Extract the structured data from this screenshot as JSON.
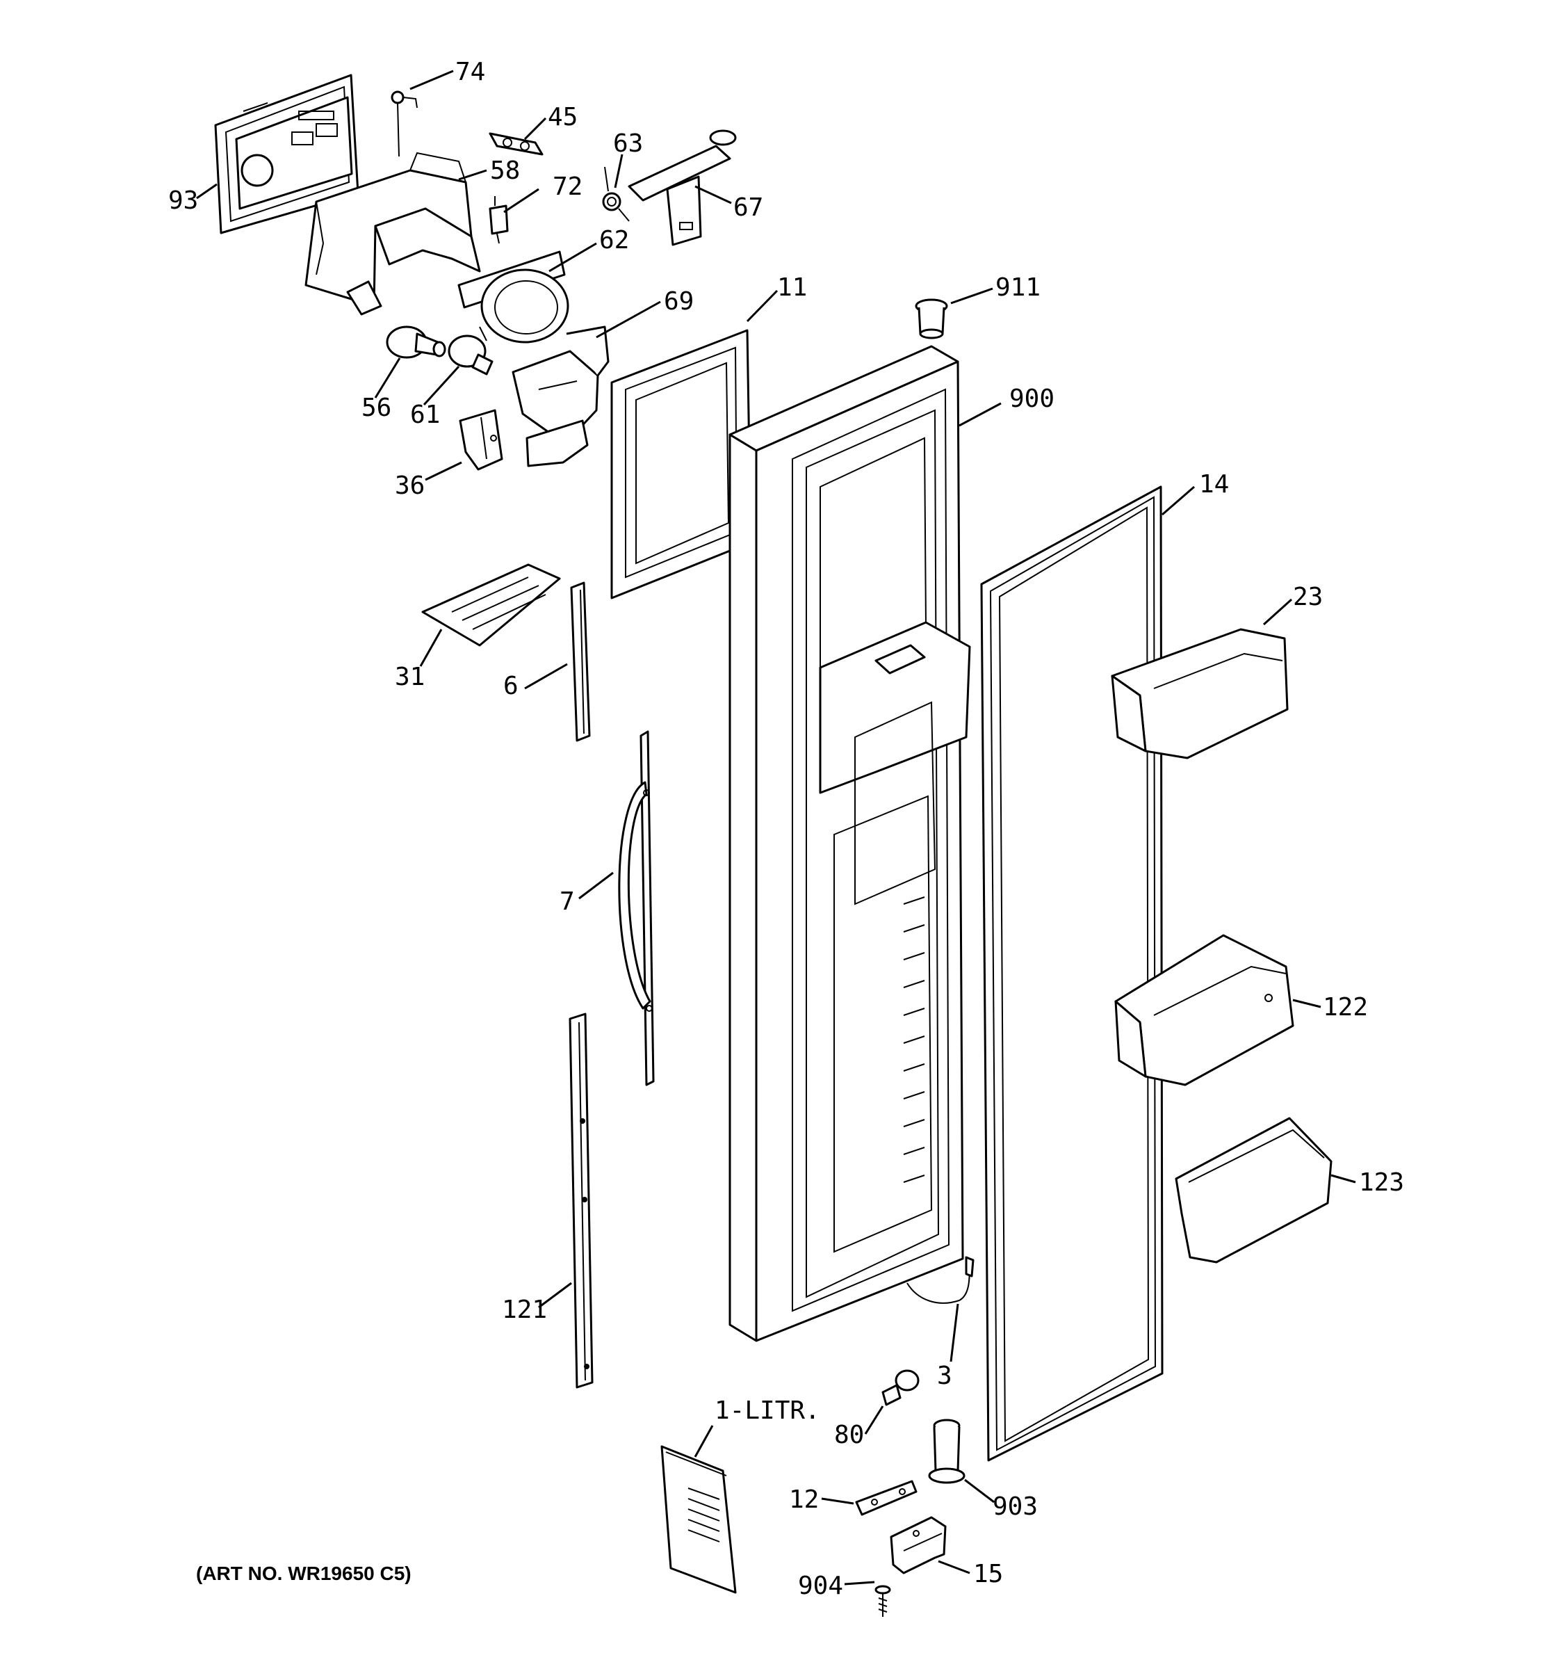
{
  "callouts": [
    {
      "id": "74",
      "text": "74"
    },
    {
      "id": "45",
      "text": "45"
    },
    {
      "id": "63",
      "text": "63"
    },
    {
      "id": "93",
      "text": "93"
    },
    {
      "id": "58",
      "text": "58"
    },
    {
      "id": "72",
      "text": "72"
    },
    {
      "id": "67",
      "text": "67"
    },
    {
      "id": "62",
      "text": "62"
    },
    {
      "id": "11",
      "text": "11"
    },
    {
      "id": "911",
      "text": "911"
    },
    {
      "id": "69",
      "text": "69"
    },
    {
      "id": "56",
      "text": "56"
    },
    {
      "id": "61",
      "text": "61"
    },
    {
      "id": "900",
      "text": "900"
    },
    {
      "id": "36",
      "text": "36"
    },
    {
      "id": "14",
      "text": "14"
    },
    {
      "id": "23",
      "text": "23"
    },
    {
      "id": "31",
      "text": "31"
    },
    {
      "id": "6",
      "text": "6"
    },
    {
      "id": "7",
      "text": "7"
    },
    {
      "id": "122",
      "text": "122"
    },
    {
      "id": "123",
      "text": "123"
    },
    {
      "id": "121",
      "text": "121"
    },
    {
      "id": "3",
      "text": "3"
    },
    {
      "id": "80",
      "text": "80"
    },
    {
      "id": "1-litr",
      "text": "1-LITR."
    },
    {
      "id": "12",
      "text": "12"
    },
    {
      "id": "903",
      "text": "903"
    },
    {
      "id": "904",
      "text": "904"
    },
    {
      "id": "15",
      "text": "15"
    }
  ],
  "art_number": "(ART NO. WR19650 C5)",
  "colors": {
    "line": "#000000",
    "background": "#ffffff"
  }
}
